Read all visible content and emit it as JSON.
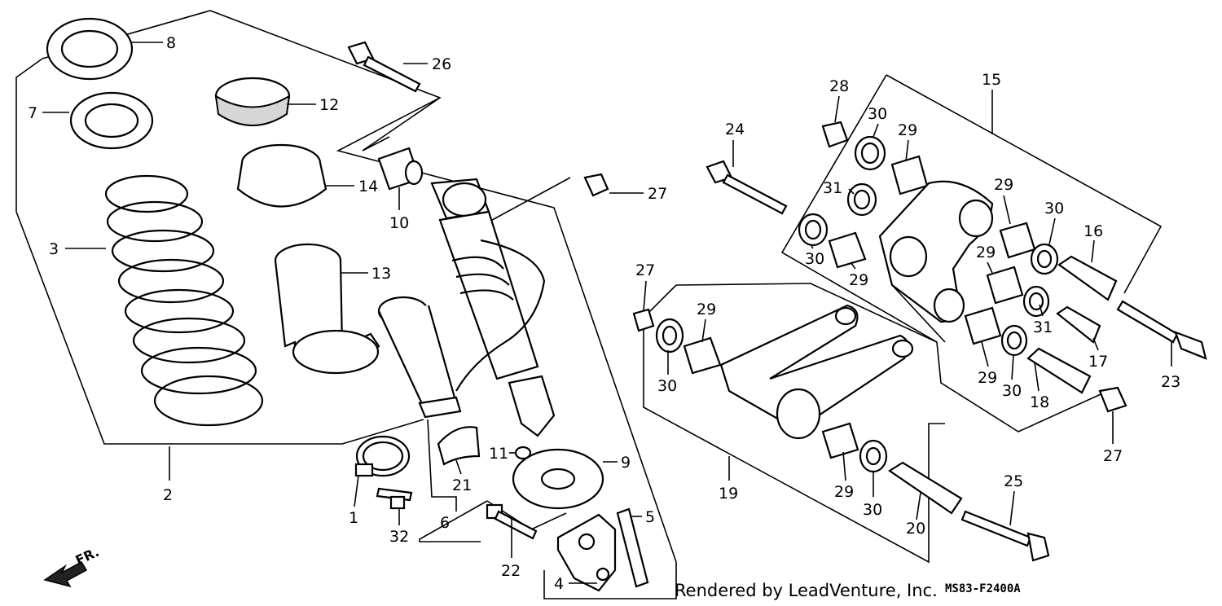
{
  "diagram": {
    "callouts": [
      {
        "id": "1",
        "text": "1"
      },
      {
        "id": "2",
        "text": "2"
      },
      {
        "id": "3",
        "text": "3"
      },
      {
        "id": "4",
        "text": "4"
      },
      {
        "id": "5",
        "text": "5"
      },
      {
        "id": "6",
        "text": "6"
      },
      {
        "id": "7",
        "text": "7"
      },
      {
        "id": "8",
        "text": "8"
      },
      {
        "id": "9",
        "text": "9"
      },
      {
        "id": "10",
        "text": "10"
      },
      {
        "id": "11",
        "text": "11"
      },
      {
        "id": "12",
        "text": "12"
      },
      {
        "id": "13",
        "text": "13"
      },
      {
        "id": "14",
        "text": "14"
      },
      {
        "id": "15",
        "text": "15"
      },
      {
        "id": "16",
        "text": "16"
      },
      {
        "id": "17",
        "text": "17"
      },
      {
        "id": "18",
        "text": "18"
      },
      {
        "id": "19",
        "text": "19"
      },
      {
        "id": "20",
        "text": "20"
      },
      {
        "id": "21",
        "text": "21"
      },
      {
        "id": "22",
        "text": "22"
      },
      {
        "id": "23",
        "text": "23"
      },
      {
        "id": "24",
        "text": "24"
      },
      {
        "id": "25",
        "text": "25"
      },
      {
        "id": "26",
        "text": "26"
      },
      {
        "id": "27a",
        "text": "27"
      },
      {
        "id": "27b",
        "text": "27"
      },
      {
        "id": "27c",
        "text": "27"
      },
      {
        "id": "28",
        "text": "28"
      },
      {
        "id": "29a",
        "text": "29"
      },
      {
        "id": "29b",
        "text": "29"
      },
      {
        "id": "29c",
        "text": "29"
      },
      {
        "id": "29d",
        "text": "29"
      },
      {
        "id": "29e",
        "text": "29"
      },
      {
        "id": "29f",
        "text": "29"
      },
      {
        "id": "29g",
        "text": "29"
      },
      {
        "id": "30a",
        "text": "30"
      },
      {
        "id": "30b",
        "text": "30"
      },
      {
        "id": "30c",
        "text": "30"
      },
      {
        "id": "30d",
        "text": "30"
      },
      {
        "id": "30e",
        "text": "30"
      },
      {
        "id": "30f",
        "text": "30"
      },
      {
        "id": "31a",
        "text": "31"
      },
      {
        "id": "31b",
        "text": "31"
      },
      {
        "id": "32",
        "text": "32"
      }
    ],
    "direction_label": "FR.",
    "credit": "Rendered by LeadVenture, Inc.",
    "diagram_code": "MS83-F2400A"
  }
}
